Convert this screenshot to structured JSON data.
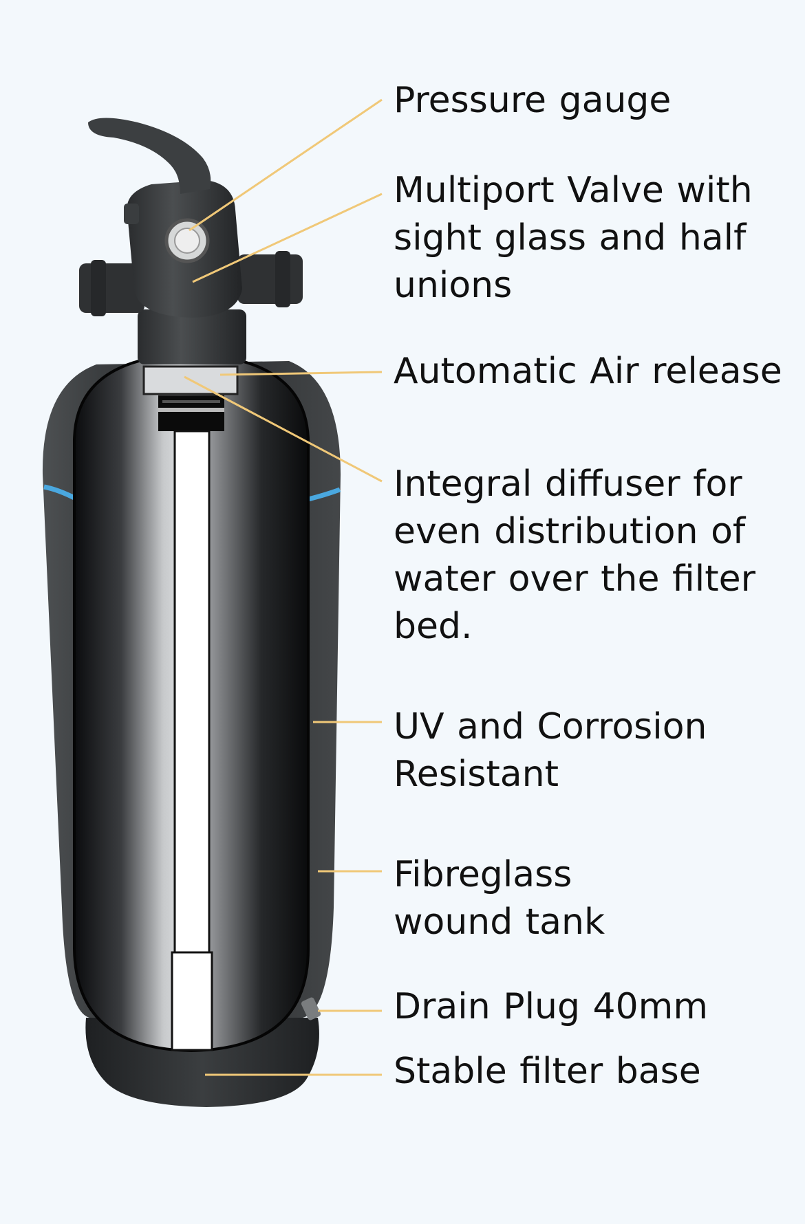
{
  "colors": {
    "background": "#f3f8fc",
    "leader_line": "#f0c878",
    "tank_shell": "#3f4244",
    "tank_cutaway_dark": "#0d0e10",
    "tank_cutaway_light": "#d2d4d6",
    "accent_blue": "#4aa8e0",
    "text": "#111111"
  },
  "labels": {
    "pressure_gauge": [
      "Pressure gauge"
    ],
    "multiport_valve": [
      "Multiport Valve with",
      "sight glass and half",
      "unions"
    ],
    "air_release": [
      "Automatic Air release"
    ],
    "diffuser": [
      "Integral diffuser for",
      "even distribution of",
      "water over the filter",
      "bed."
    ],
    "uv_resistant": [
      "UV and Corrosion",
      "Resistant"
    ],
    "fibreglass_tank": [
      "Fibreglass",
      "wound tank"
    ],
    "drain_plug": [
      "Drain Plug 40mm"
    ],
    "filter_base": [
      "Stable filter base"
    ]
  }
}
